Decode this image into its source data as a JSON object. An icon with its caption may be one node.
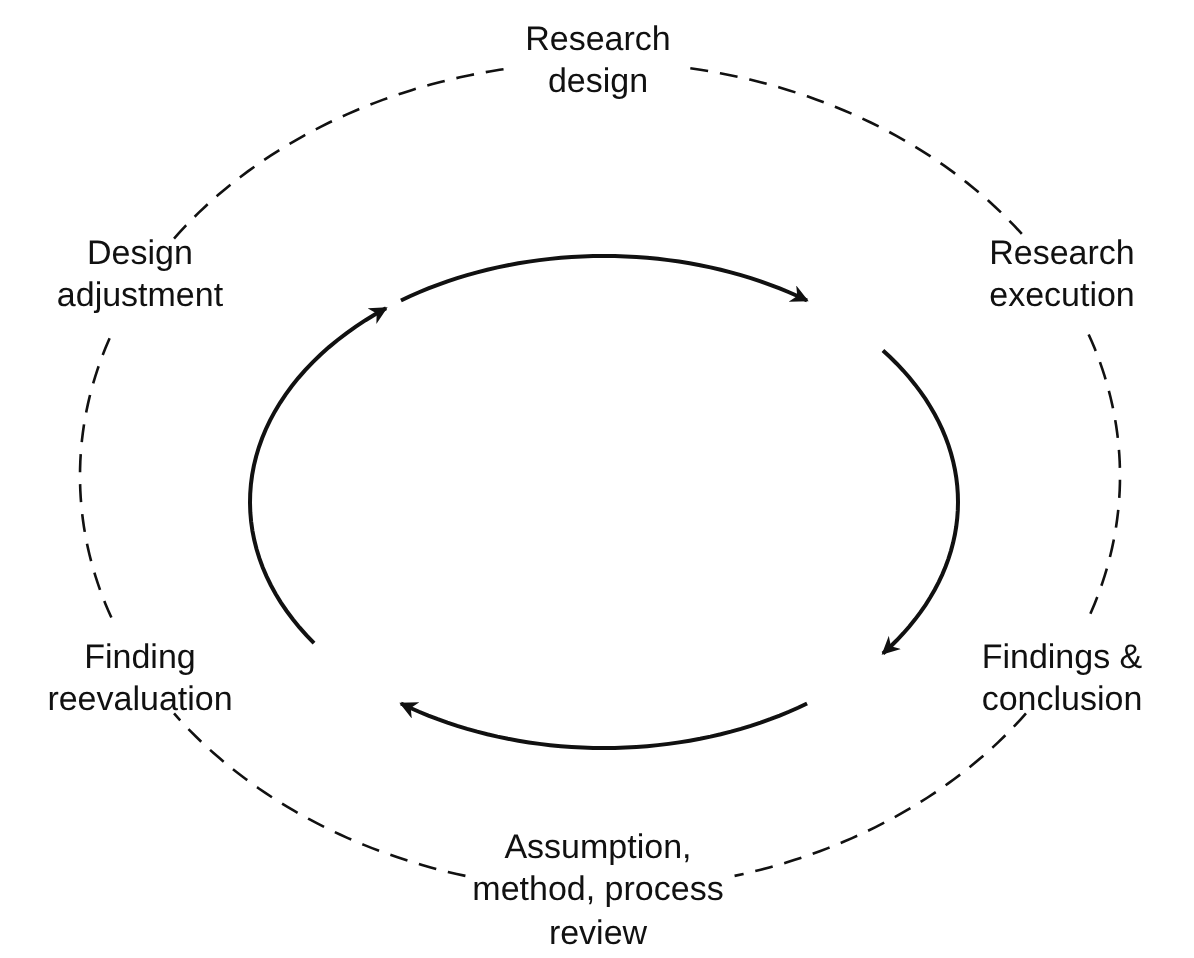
{
  "diagram": {
    "nodes": [
      {
        "text": [
          "Research design"
        ]
      },
      {
        "text": [
          "Research execution"
        ]
      },
      {
        "text": [
          "Findings & conclusion"
        ]
      },
      {
        "text": [
          "Assumption, method, process review"
        ]
      },
      {
        "text": [
          "Finding reevaluation"
        ]
      },
      {
        "text": [
          "Design adjustment"
        ]
      }
    ],
    "edges": [
      {
        "from": 0,
        "to": 1,
        "arrow": "none",
        "style": "dashed"
      },
      {
        "from": 1,
        "to": 2,
        "arrow": "none",
        "style": "dashed"
      },
      {
        "from": 2,
        "to": 3,
        "arrow": "none",
        "style": "dashed"
      },
      {
        "from": 3,
        "to": 4,
        "arrow": "none",
        "style": "dashed"
      },
      {
        "from": 4,
        "to": 5,
        "arrow": "none",
        "style": "dashed"
      },
      {
        "from": 5,
        "to": 0,
        "arrow": "none",
        "style": "dashed"
      }
    ]
  }
}
